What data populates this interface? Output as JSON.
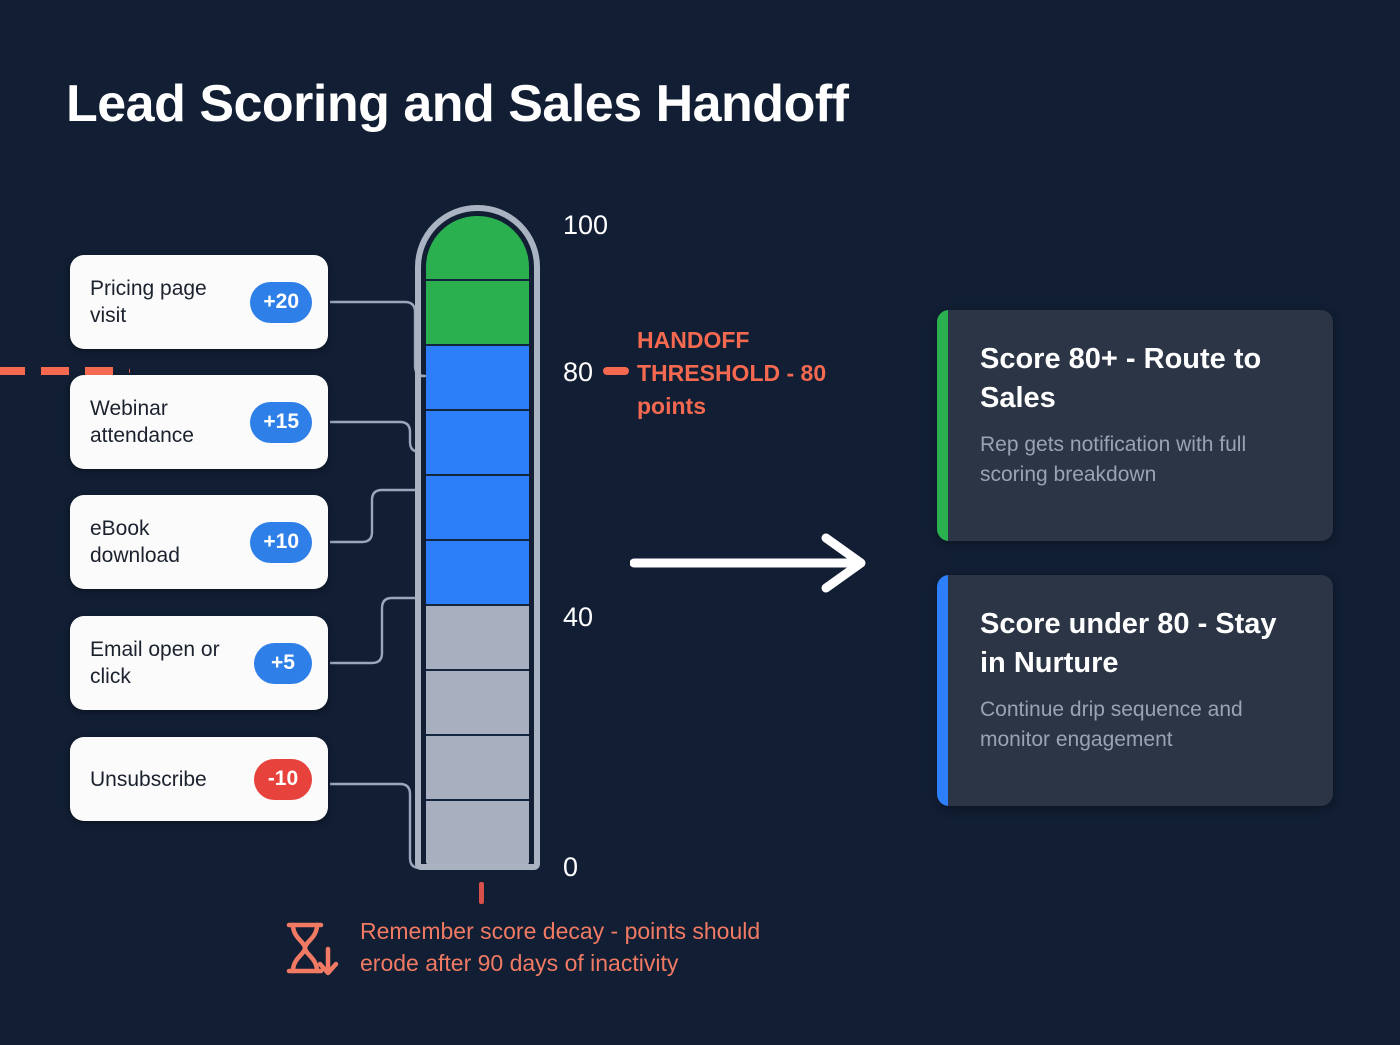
{
  "page": {
    "title": "Lead Scoring and Sales Handoff",
    "background_color": "#111e33"
  },
  "colors": {
    "green": "#2bb04f",
    "blue": "#2d7ff9",
    "gray": "#a8b0bf",
    "coral": "#f4694f",
    "badge_blue": "#2f7fe8",
    "badge_red": "#e8423c",
    "card_white": "#fbfbfb",
    "outcome_card": "#2b3545"
  },
  "score_cards": [
    {
      "label": "Pricing page visit",
      "points": "+20",
      "sign": "positive"
    },
    {
      "label": "Webinar attendance",
      "points": "+15",
      "sign": "positive"
    },
    {
      "label": "eBook download",
      "points": "+10",
      "sign": "positive"
    },
    {
      "label": "Email open or click",
      "points": "+5",
      "sign": "positive"
    },
    {
      "label": "Unsubscribe",
      "points": "-10",
      "sign": "negative"
    }
  ],
  "gauge": {
    "scale_labels": [
      "100",
      "80",
      "40",
      "0"
    ],
    "threshold_value": 80,
    "threshold_caption": "HANDOFF THRESHOLD - 80 points",
    "segments": [
      {
        "range": "90-100",
        "color": "#2bb04f",
        "zone": "route-to-sales"
      },
      {
        "range": "80-90",
        "color": "#2bb04f",
        "zone": "route-to-sales"
      },
      {
        "range": "70-80",
        "color": "#2d7ff9",
        "zone": "nurture"
      },
      {
        "range": "60-70",
        "color": "#2d7ff9",
        "zone": "nurture"
      },
      {
        "range": "50-60",
        "color": "#2d7ff9",
        "zone": "nurture"
      },
      {
        "range": "40-50",
        "color": "#2d7ff9",
        "zone": "nurture"
      },
      {
        "range": "30-40",
        "color": "#a8b0bf",
        "zone": "cold"
      },
      {
        "range": "20-30",
        "color": "#a8b0bf",
        "zone": "cold"
      },
      {
        "range": "10-20",
        "color": "#a8b0bf",
        "zone": "cold"
      },
      {
        "range": "0-10",
        "color": "#a8b0bf",
        "zone": "cold"
      }
    ]
  },
  "outcomes": [
    {
      "title": "Score 80+ - Route to Sales",
      "description": "Rep gets notification with full scoring breakdown",
      "accent": "#2bb04f"
    },
    {
      "title": "Score under 80 - Stay in Nurture",
      "description": "Continue drip sequence and monitor engagement",
      "accent": "#2d7ff9"
    }
  ],
  "footnote": {
    "icon": "hourglass-down-icon",
    "text": "Remember score decay - points should\nerode after 90 days of inactivity"
  }
}
